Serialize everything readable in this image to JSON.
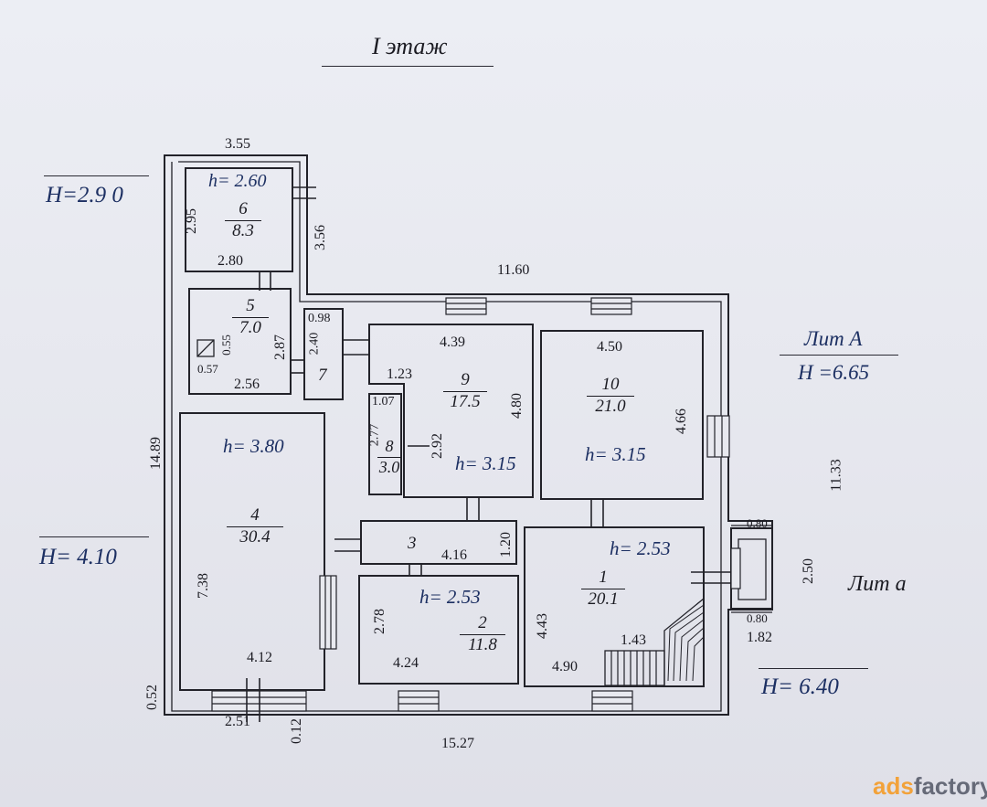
{
  "title": "I  этаж",
  "liters": {
    "A": {
      "label": "Лит А",
      "height": "H =6.65"
    },
    "a": {
      "label": "Лит а"
    }
  },
  "heights": {
    "top_left": "H=2.9 0",
    "left_mid": "H= 4.10",
    "bottom_right": "H= 6.40"
  },
  "rooms": [
    {
      "id": "1",
      "area": "20.1",
      "h": "h= 2.53"
    },
    {
      "id": "2",
      "area": "11.8",
      "h": "h= 2.53"
    },
    {
      "id": "3",
      "area": ""
    },
    {
      "id": "4",
      "area": "30.4",
      "h": "h= 3.80"
    },
    {
      "id": "5",
      "area": "7.0"
    },
    {
      "id": "6",
      "area": "8.3",
      "h": "h= 2.60"
    },
    {
      "id": "7",
      "area": ""
    },
    {
      "id": "8",
      "area": "3.0"
    },
    {
      "id": "9",
      "area": "17.5",
      "h": "h= 3.15"
    },
    {
      "id": "10",
      "area": "21.0",
      "h": "h= 3.15"
    }
  ],
  "dimensions": {
    "d355": "3.55",
    "d295": "2.95",
    "d356": "3.56",
    "d280": "2.80",
    "d1160": "11.60",
    "d098": "0.98",
    "d240": "2.40",
    "d055": "0.55",
    "d057": "0.57",
    "d287": "2.87",
    "d256": "2.56",
    "d439": "4.39",
    "d123": "1.23",
    "d480": "4.80",
    "d450": "4.50",
    "d466": "4.66",
    "d107": "1.07",
    "d277": "2.77",
    "d292": "2.92",
    "d1489": "14.89",
    "d1133": "11.33",
    "d120": "1.20",
    "d416": "4.16",
    "d080a": "0.80",
    "d250": "2.50",
    "d080b": "0.80",
    "d182": "1.82",
    "d738": "7.38",
    "d278": "2.78",
    "d443": "4.43",
    "d143": "1.43",
    "d412": "4.12",
    "d424": "4.24",
    "d490": "4.90",
    "d052": "0.52",
    "d251": "2.51",
    "d012": "0.12",
    "d1527": "15.27"
  },
  "watermark": {
    "part1": "ads",
    "part2": "factory"
  }
}
